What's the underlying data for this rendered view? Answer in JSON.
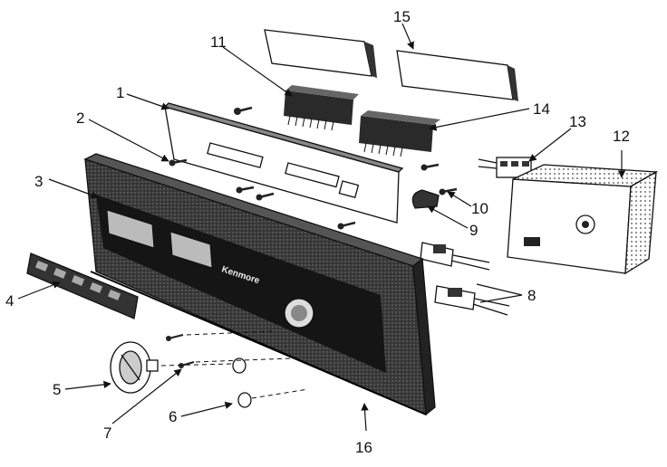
{
  "diagram": {
    "brand_text": "Kenmore",
    "callouts": [
      "1",
      "2",
      "3",
      "4",
      "5",
      "6",
      "7",
      "8",
      "9",
      "10",
      "11",
      "12",
      "13",
      "14",
      "15",
      "16"
    ]
  }
}
